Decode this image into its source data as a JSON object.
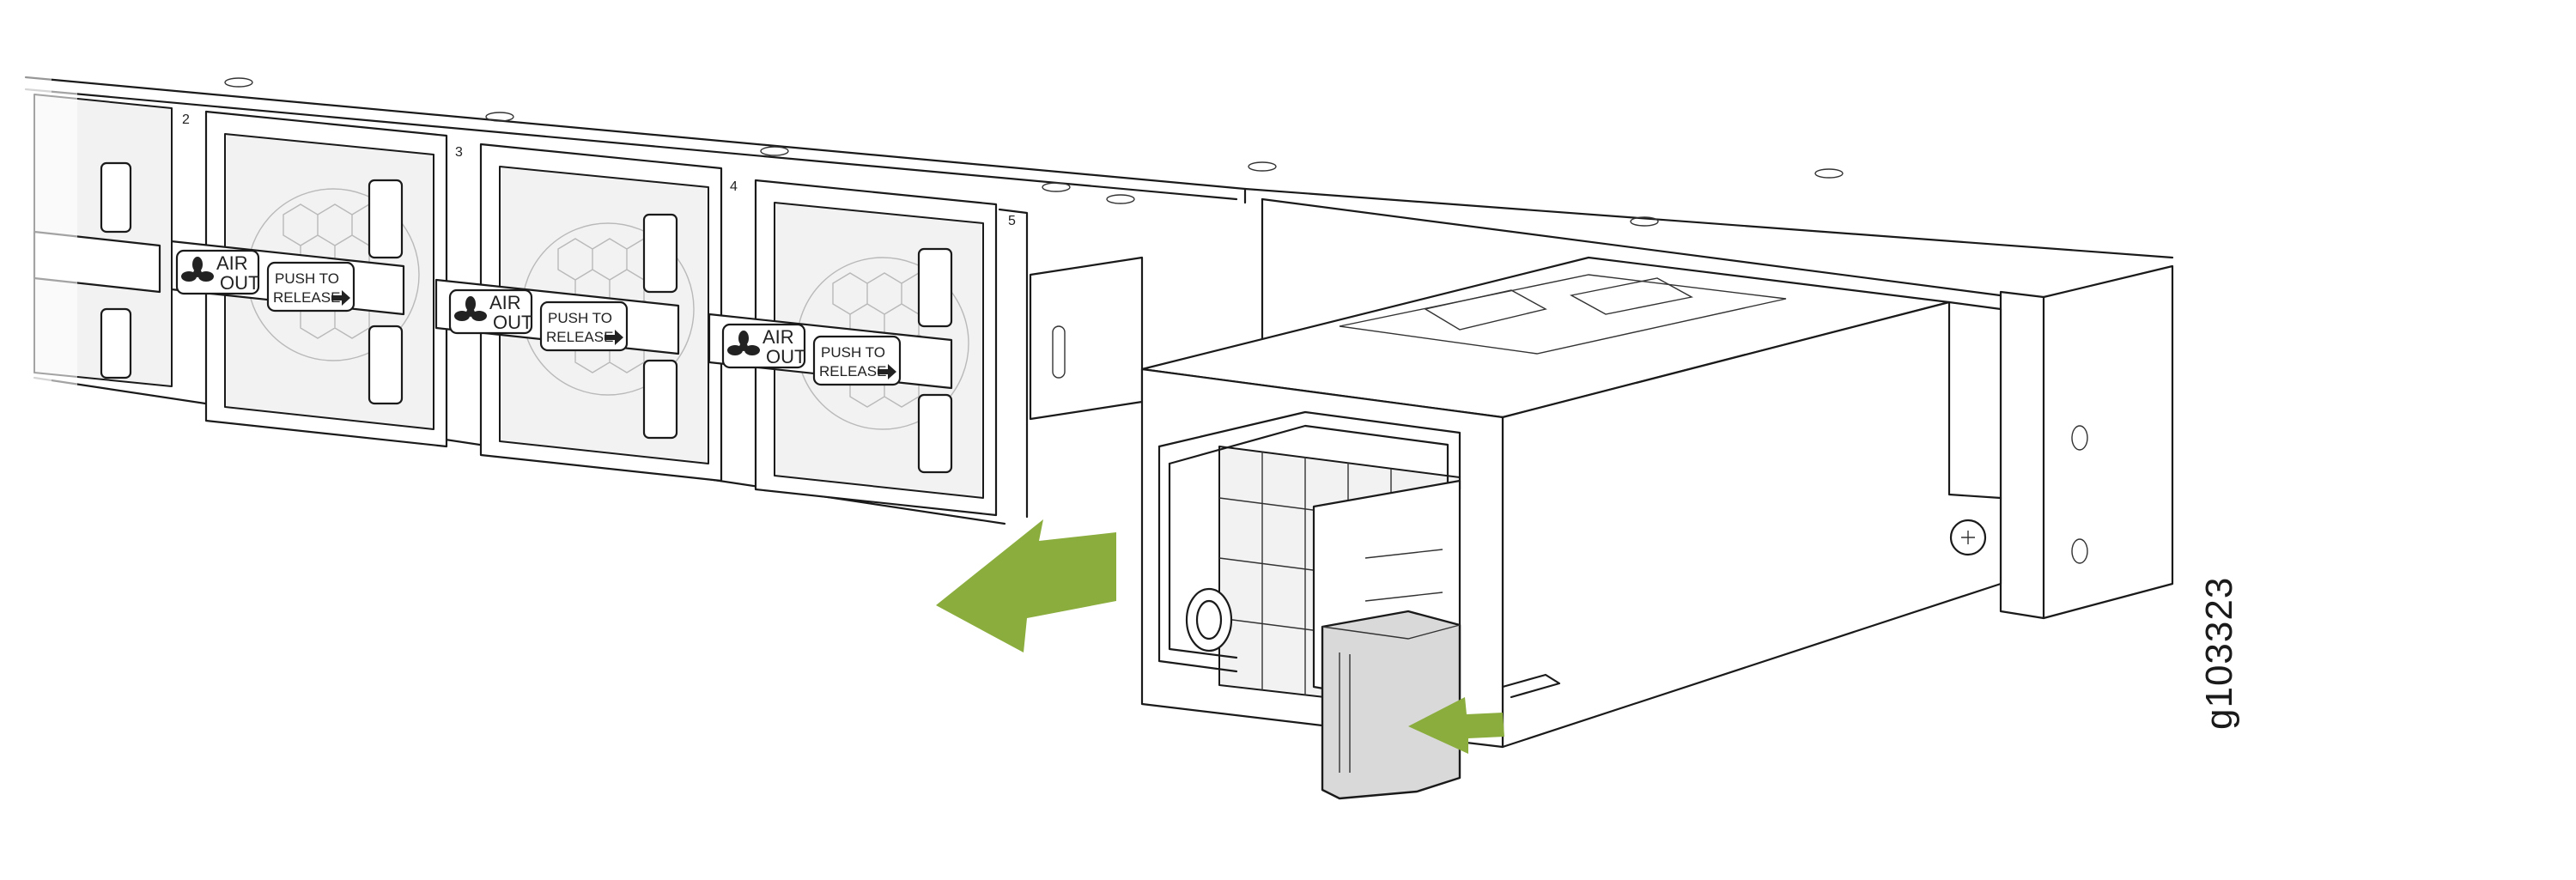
{
  "figure": {
    "id_label": "g103323",
    "arrow_color": "#8aad3d",
    "handle_color": "#d9d9d9"
  },
  "fan_modules": [
    {
      "bay": "2",
      "air_label_1": "AIR",
      "air_label_2": "OUT",
      "release_label_1": "PUSH TO",
      "release_label_2": "RELEASE"
    },
    {
      "bay": "3",
      "air_label_1": "AIR",
      "air_label_2": "OUT",
      "release_label_1": "PUSH TO",
      "release_label_2": "RELEASE"
    },
    {
      "bay": "4",
      "air_label_1": "AIR",
      "air_label_2": "OUT",
      "release_label_1": "PUSH TO",
      "release_label_2": "RELEASE"
    },
    {
      "bay": "5",
      "air_label_1": "",
      "air_label_2": "",
      "release_label_1": "",
      "release_label_2": ""
    }
  ],
  "icons": [
    "fan-icon",
    "release-arrow-icon",
    "ground-screw-icon",
    "pull-out-arrow-icon",
    "push-latch-arrow-icon"
  ]
}
